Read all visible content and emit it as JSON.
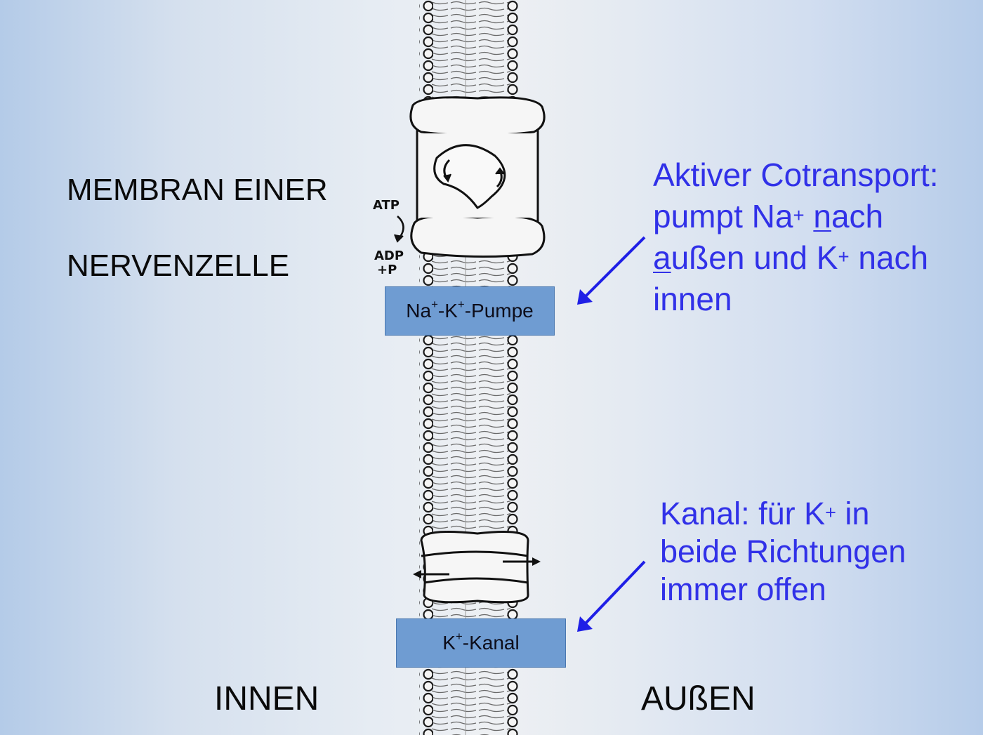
{
  "title_lines": [
    "MEMBRAN EINER",
    "NERVENZELLE"
  ],
  "side_inside": "INNEN",
  "side_outside": "AUßEN",
  "pump_description": {
    "line1": "Aktiver Cotransport:",
    "line2_a": "pumpt Na",
    "line2_sup": "+",
    "line2_b": " ",
    "line2_u": "n",
    "line2_c": "ach",
    "line3_u": "a",
    "line3_a": "ußen und K",
    "line3_sup": "+",
    "line3_b": " nach",
    "line4": "innen"
  },
  "kanal_description": {
    "line1_a": "Kanal: für K",
    "line1_sup": "+",
    "line1_b": " in",
    "line2": "beide Richtungen",
    "line3": "immer offen"
  },
  "pump_label": {
    "a": "Na",
    "sup1": "+",
    "b": "-K",
    "sup2": "+",
    "c": "-Pumpe"
  },
  "kanal_label": {
    "a": "K",
    "sup": "+",
    "b": "-Kanal"
  },
  "atp_label": "ATP",
  "adp_label": "ADP",
  "p_label": "+P",
  "colors": {
    "annotation": "#3131e8",
    "label_box": "#6f9cd2"
  }
}
